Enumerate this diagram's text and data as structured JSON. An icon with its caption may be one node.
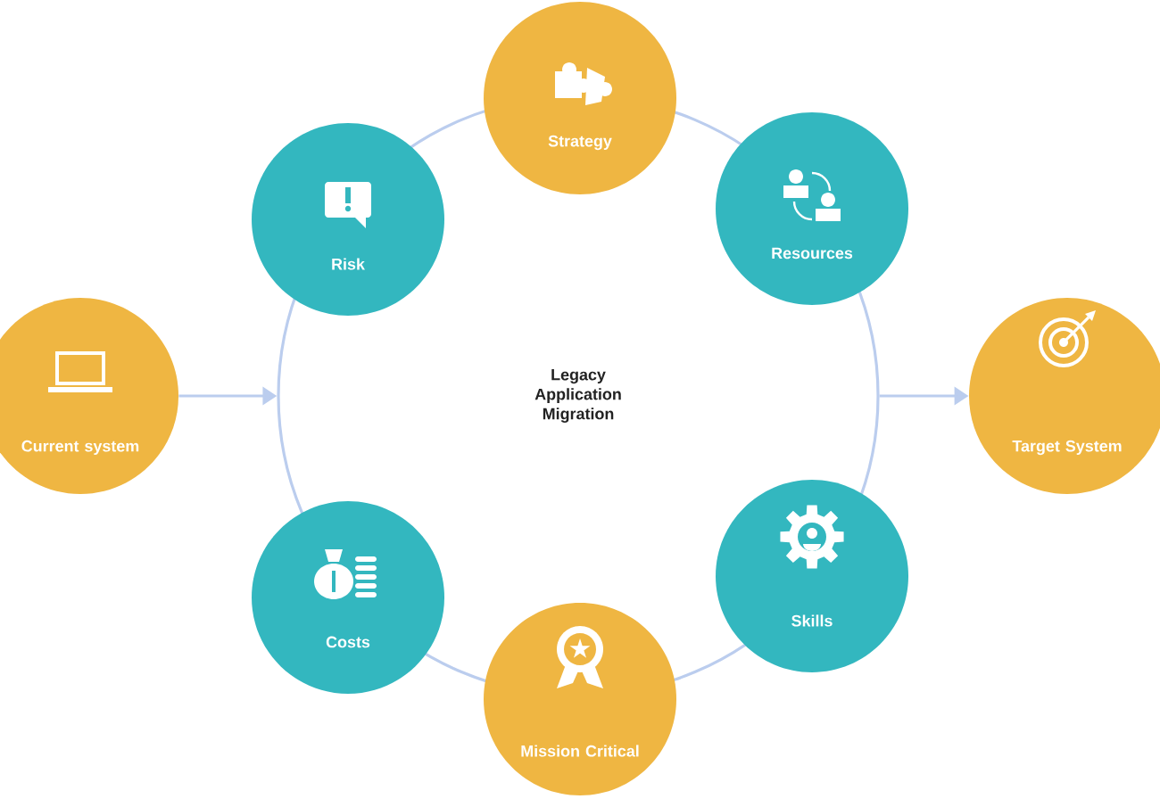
{
  "diagram": {
    "nodes": [
      {
        "text": [
          "Strategy"
        ]
      },
      {
        "text": [
          "Risk"
        ]
      },
      {
        "text": [
          "Resources"
        ]
      },
      {
        "text": [
          "Current system"
        ]
      },
      {
        "text": [
          "Legacy Application Migration"
        ]
      },
      {
        "text": [
          "Target System"
        ]
      },
      {
        "text": [
          "Costs"
        ]
      },
      {
        "text": [
          "Skills"
        ]
      },
      {
        "text": [
          "Mission Critical"
        ]
      }
    ],
    "edges": [
      {
        "from": 3,
        "to": 4,
        "arrow": "to"
      },
      {
        "from": 4,
        "to": 5,
        "arrow": "to"
      }
    ]
  }
}
